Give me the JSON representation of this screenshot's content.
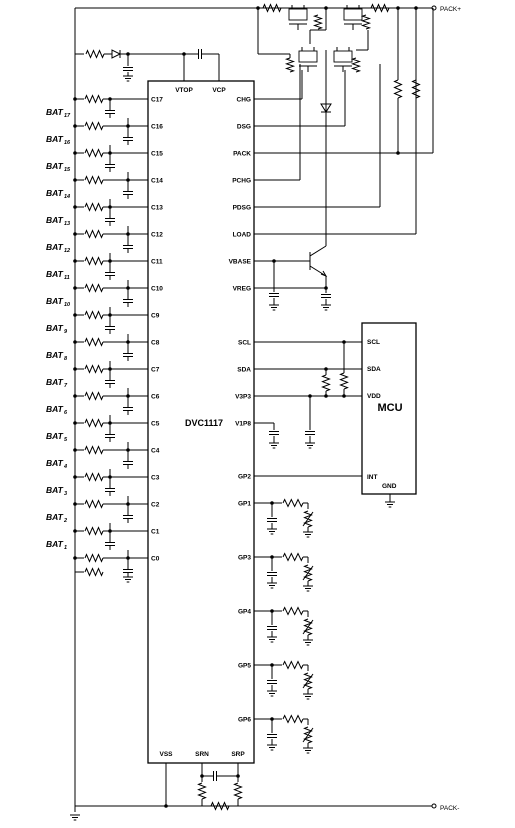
{
  "chip": {
    "name": "DVC1117",
    "top_pins": [
      "VTOP",
      "VCP"
    ],
    "left_pins": [
      "C17",
      "C16",
      "C15",
      "C14",
      "C13",
      "C12",
      "C11",
      "C10",
      "C9",
      "C8",
      "C7",
      "C6",
      "C5",
      "C4",
      "C3",
      "C2",
      "C1",
      "C0"
    ],
    "right_pins_upper": [
      "CHG",
      "DSG",
      "PACK",
      "PCHG",
      "PDSG",
      "LOAD",
      "VBASE",
      "VREG"
    ],
    "right_pins_i2c": [
      "SCL",
      "SDA",
      "V3P3",
      "V1P8"
    ],
    "right_pins_gp": [
      "GP2",
      "GP1",
      "GP3",
      "GP4",
      "GP5",
      "GP6"
    ],
    "bottom_pins": [
      "VSS",
      "SRN",
      "SRP"
    ]
  },
  "mcu": {
    "name": "MCU",
    "pins": [
      "SCL",
      "SDA",
      "VDD",
      "INT",
      "GND"
    ]
  },
  "batteries": [
    {
      "label": "BAT",
      "sub": "17"
    },
    {
      "label": "BAT",
      "sub": "16"
    },
    {
      "label": "BAT",
      "sub": "15"
    },
    {
      "label": "BAT",
      "sub": "14"
    },
    {
      "label": "BAT",
      "sub": "13"
    },
    {
      "label": "BAT",
      "sub": "12"
    },
    {
      "label": "BAT",
      "sub": "11"
    },
    {
      "label": "BAT",
      "sub": "10"
    },
    {
      "label": "BAT",
      "sub": "9"
    },
    {
      "label": "BAT",
      "sub": "8"
    },
    {
      "label": "BAT",
      "sub": "7"
    },
    {
      "label": "BAT",
      "sub": "6"
    },
    {
      "label": "BAT",
      "sub": "5"
    },
    {
      "label": "BAT",
      "sub": "4"
    },
    {
      "label": "BAT",
      "sub": "3"
    },
    {
      "label": "BAT",
      "sub": "2"
    },
    {
      "label": "BAT",
      "sub": "1"
    }
  ],
  "nets": {
    "pack_plus": "PACK+",
    "pack_minus": "PACK-"
  }
}
